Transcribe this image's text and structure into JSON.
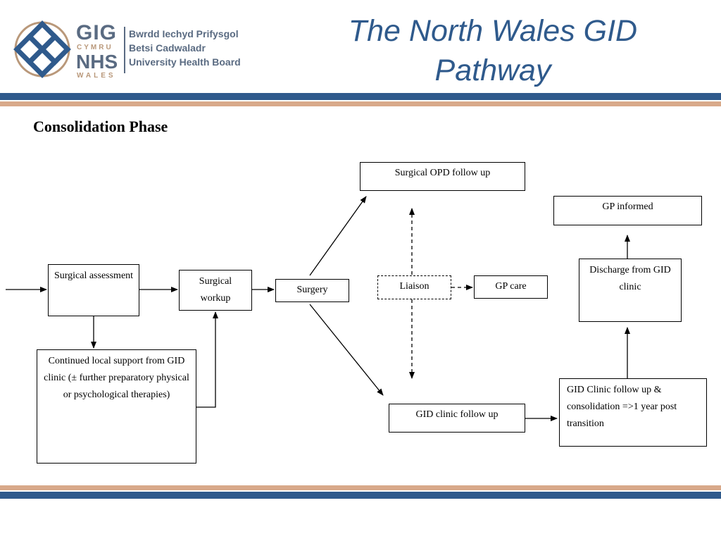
{
  "header": {
    "title": "The North Wales GID Pathway",
    "logo": {
      "gig": "GIG",
      "cymru": "CYMRU",
      "nhs": "NHS",
      "wales": "WALES",
      "org_lines": [
        "Bwrdd Iechyd Prifysgol",
        "Betsi Cadwaladr",
        "University Health Board"
      ]
    }
  },
  "section": {
    "heading": "Consolidation Phase"
  },
  "nodes": {
    "surgical_assessment": "Surgical assessment",
    "surgical_workup": "Surgical workup",
    "surgery": "Surgery",
    "continued_support": "Continued local support from GID clinic (± further preparatory physical or psychological therapies)",
    "surgical_opd": "Surgical OPD follow up",
    "liaison": "Liaison",
    "gp_care": "GP care",
    "gid_clinic_follow_up": "GID clinic follow up",
    "gid_clinic_consolidation": "GID Clinic follow up & consolidation =>1  year post transition",
    "discharge": "Discharge from GID clinic",
    "gp_informed": "GP informed"
  },
  "colors": {
    "brand_blue": "#2f5a8c",
    "band_tan": "#d8a98a",
    "logo_grey": "#5a6b82",
    "logo_gold": "#b9987a"
  }
}
